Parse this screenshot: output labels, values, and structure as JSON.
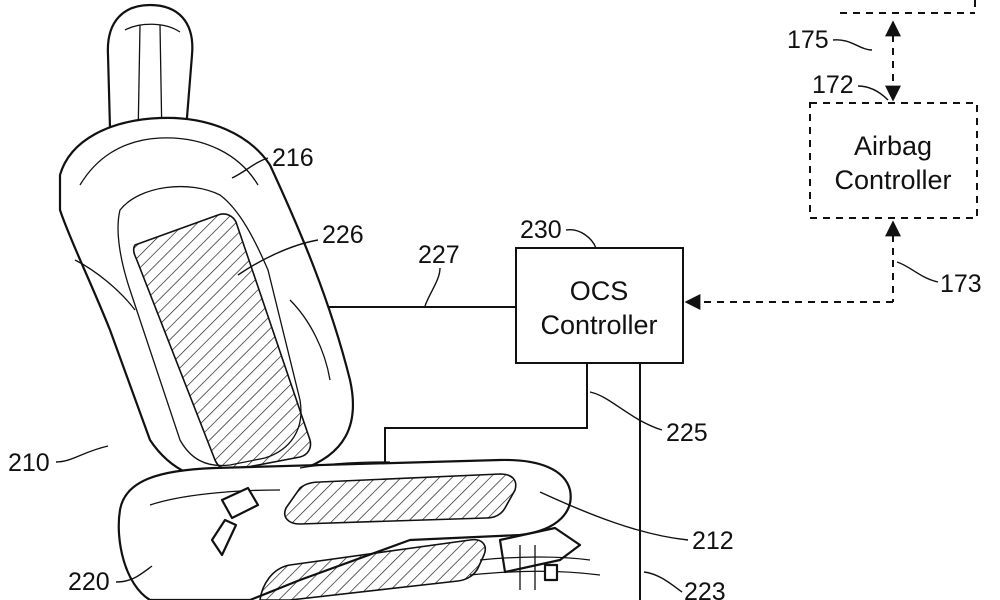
{
  "labels": {
    "r175": "175",
    "r172": "172",
    "r173": "173",
    "r216": "216",
    "r226": "226",
    "r227": "227",
    "r230": "230",
    "r225": "225",
    "r210": "210",
    "r212": "212",
    "r220": "220",
    "r223": "223"
  },
  "airbag_controller": {
    "line1": "Airbag",
    "line2": "Controller"
  },
  "ocs_controller": {
    "line1": "OCS",
    "line2": "Controller"
  }
}
